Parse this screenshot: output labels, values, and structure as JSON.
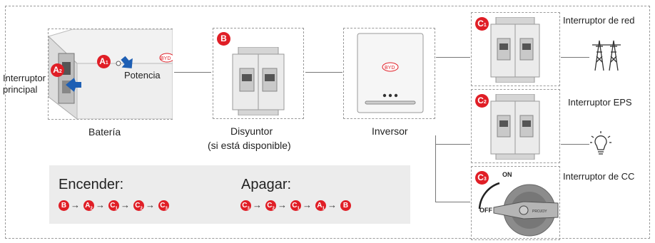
{
  "labels": {
    "main_switch": "Interruptor principal",
    "power": "Potencia",
    "battery": "Batería",
    "breaker_line1": "Disyuntor",
    "breaker_line2": "(si está disponible)",
    "inverter": "Inversor",
    "grid_switch": "Interruptor de red",
    "eps_switch": "Interruptor EPS",
    "dc_switch": "Interruptor de CC",
    "on": "ON",
    "off": "OFF",
    "brand": "BYD"
  },
  "badges": {
    "a1": {
      "letter": "A",
      "sub": "1"
    },
    "a2": {
      "letter": "A",
      "sub": "2"
    },
    "b": {
      "letter": "B",
      "sub": ""
    },
    "c1": {
      "letter": "C",
      "sub": "1"
    },
    "c2": {
      "letter": "C",
      "sub": "2"
    },
    "c3": {
      "letter": "C",
      "sub": "3"
    }
  },
  "sequences": {
    "on_title": "Encender:",
    "on_steps": [
      "B",
      "A2",
      "C1",
      "C2",
      "C3"
    ],
    "off_title": "Apagar:",
    "off_steps": [
      "C3",
      "C2",
      "C1",
      "A1",
      "B"
    ]
  },
  "colors": {
    "badge": "#e01e26",
    "panel": "#ececec"
  }
}
